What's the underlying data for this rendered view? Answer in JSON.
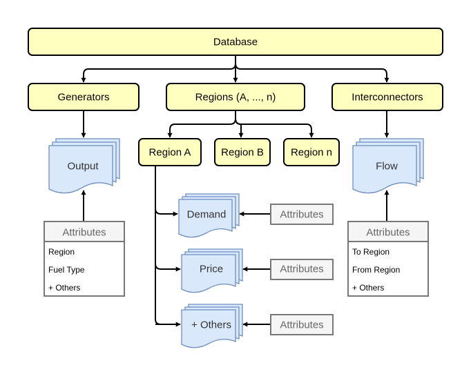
{
  "nodes": {
    "database": "Database",
    "generators": "Generators",
    "regions": "Regions (A, ..., n)",
    "interconnectors": "Interconnectors",
    "region_a": "Region A",
    "region_b": "Region B",
    "region_n": "Region n"
  },
  "docs": {
    "output": "Output",
    "flow": "Flow",
    "demand": "Demand",
    "price": "Price",
    "others": "+ Others"
  },
  "attributes": {
    "title": "Attributes",
    "generators_items": [
      "Region",
      "Fuel Type",
      "+ Others"
    ],
    "flow_items": [
      "To Region",
      "From Region",
      "+ Others"
    ]
  },
  "colors": {
    "node_fill": "#ffffc0",
    "doc_fill": "#dae8fc",
    "doc_stroke": "#6c8ebf",
    "attribute_header_fill": "#f5f5f5",
    "attribute_stroke": "#777777"
  }
}
